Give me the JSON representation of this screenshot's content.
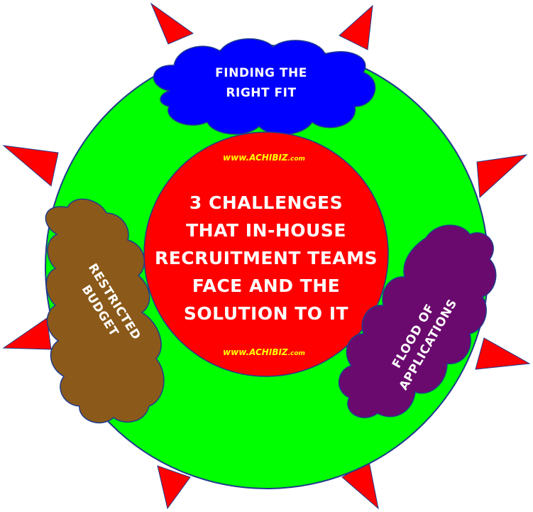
{
  "center": {
    "lines": [
      "3 CHALLENGES",
      "THAT IN-HOUSE",
      "RECRUITMENT TEAMS",
      "FACE AND THE",
      "SOLUTION TO IT"
    ],
    "watermark_main": "www.ACHIBIZ",
    "watermark_suffix": ".com"
  },
  "clouds": {
    "top": {
      "lines": [
        "FINDING THE",
        "RIGHT FIT"
      ],
      "color": "#0000ff"
    },
    "left": {
      "lines": [
        "RESTRICTED",
        "BUDGET"
      ],
      "color": "#8b5a1a"
    },
    "right": {
      "lines": [
        "FLOOD OF",
        "APPLICATIONS"
      ],
      "color": "#6a0a6e"
    }
  },
  "colors": {
    "spikes": "#ff0000",
    "outer_circle": "#00ff00",
    "inner_circle": "#ff0000",
    "outline": "#1f3b8c"
  }
}
